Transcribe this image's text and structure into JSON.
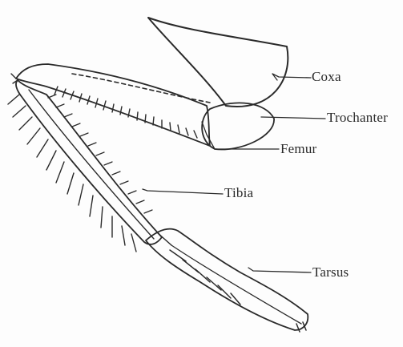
{
  "labels": {
    "coxa": "Coxa",
    "trochanter": "Trochanter",
    "femur": "Femur",
    "tibia": "Tibia",
    "tarsus": "Tarsus"
  },
  "colors": {
    "line": "#2a2a2a",
    "background": "#fdfdfd"
  }
}
